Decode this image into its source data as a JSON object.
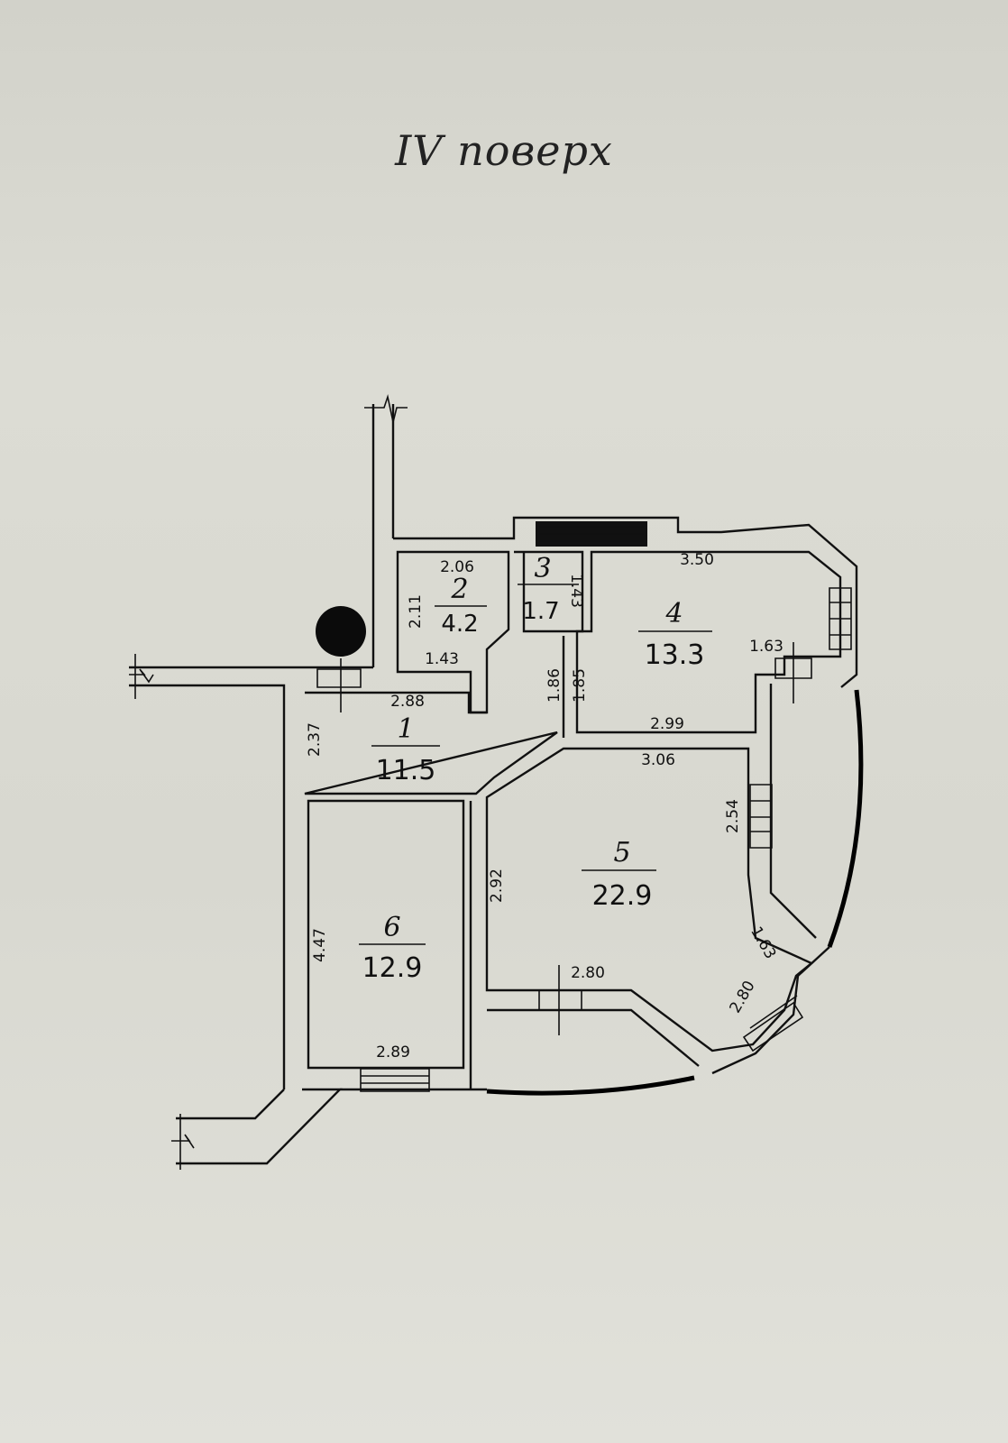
{
  "title": "IV поверх",
  "rooms": [
    {
      "number": "1",
      "area": "11.5"
    },
    {
      "number": "2",
      "area": "4.2"
    },
    {
      "number": "3",
      "area": "1.7"
    },
    {
      "number": "4",
      "area": "13.3"
    },
    {
      "number": "5",
      "area": "22.9"
    },
    {
      "number": "6",
      "area": "12.9"
    }
  ],
  "dimensions": {
    "r2_width": "2.06",
    "r2_height": "2.11",
    "r2_bottom": "1.43",
    "r3_height": "1.43",
    "r4_top": "3.50",
    "r4_right": "1.63",
    "r4_bottom": "2.99",
    "r1_top": "2.88",
    "r1_left": "2.37",
    "corridor_1": "1.86",
    "corridor_2": "1.85",
    "r5_top": "3.06",
    "r5_right": "2.54",
    "r5_left": "2.92",
    "r5_bottom": "2.80",
    "balcony_side": "1.63",
    "balcony_arc": "2.80",
    "r6_left": "4.47",
    "r6_bottom": "2.89"
  }
}
